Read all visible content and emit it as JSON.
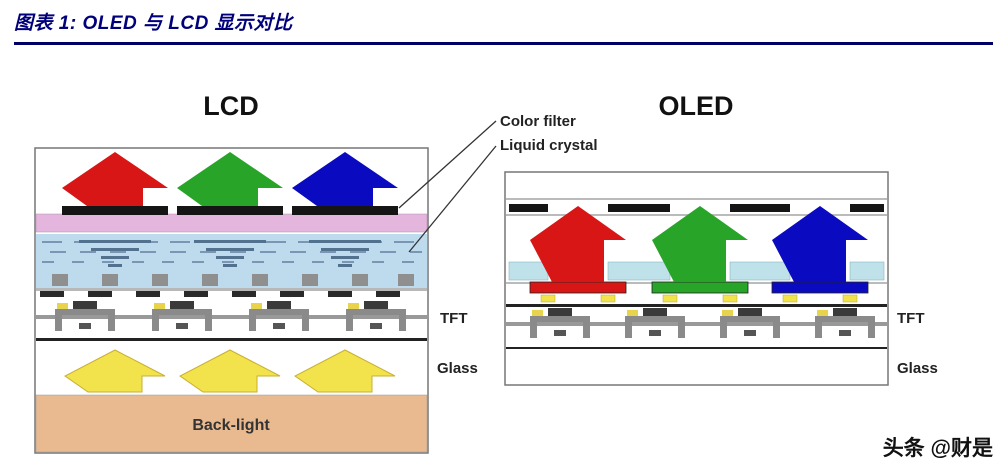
{
  "header": {
    "title": "图表 1: OLED 与 LCD 显示对比",
    "rule_color": "#000066"
  },
  "diagram": {
    "lcd": {
      "label": "LCD",
      "backlight_label": "Back-light",
      "tft_label": "TFT",
      "glass_label": "Glass"
    },
    "oled": {
      "label": "OLED",
      "tft_label": "TFT",
      "glass_label": "Glass"
    },
    "annotations": {
      "color_filter": "Color filter",
      "liquid_crystal": "Liquid crystal"
    },
    "colors": {
      "red": "#d81616",
      "green": "#28a428",
      "blue": "#0a0ac0",
      "yellow": "#f2e24c",
      "backlight_tan": "#e9ba90",
      "liquid_crystal_blue": "#bedbee",
      "color_filter_pink": "#e4b6de",
      "oled_cyan": "#bfe2ea",
      "title_navy": "#000066"
    }
  },
  "watermark": {
    "text": "头条 @财是"
  }
}
